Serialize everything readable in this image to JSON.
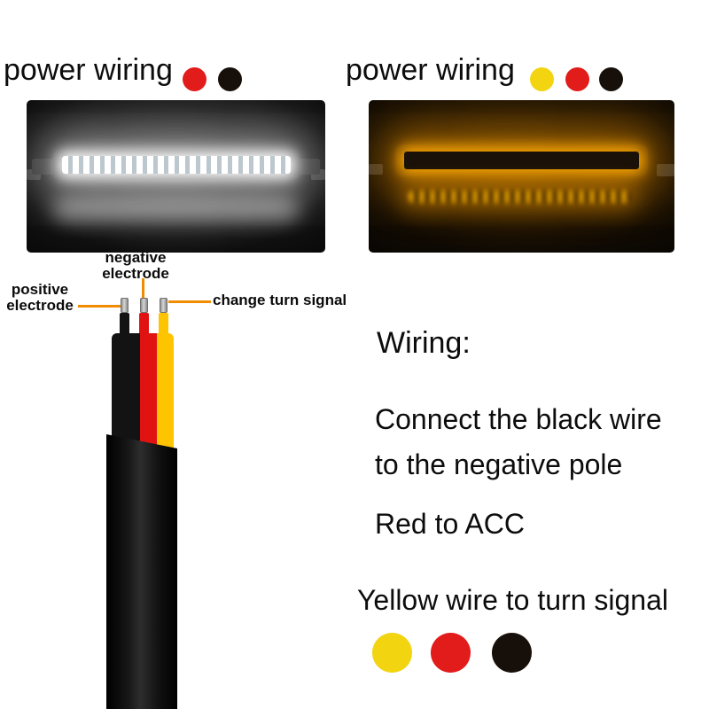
{
  "header": {
    "left": {
      "title": "power wiring",
      "dots": [
        "#e21b1b",
        "#17100a"
      ]
    },
    "right": {
      "title": "power wiring",
      "dots": [
        "#f2d410",
        "#e21b1b",
        "#17100a"
      ]
    }
  },
  "photos": {
    "left": {
      "led_color": "#ffffff"
    },
    "right": {
      "led_color": "#ffb000"
    }
  },
  "diagram": {
    "labels": {
      "negative": "negative electrode",
      "positive": "positive electrode",
      "turn_signal": "change turn signal"
    },
    "pointer_color": "#f08c00",
    "wire_colors": {
      "black": "#131313",
      "red": "#e01212",
      "yellow": "#ffc400"
    }
  },
  "instructions": {
    "title": "Wiring:",
    "steps": [
      "Connect the black wire to the negative pole",
      "Red to ACC",
      "Yellow wire to turn signal"
    ],
    "dots": [
      "#f2d410",
      "#e21b1b",
      "#17100a"
    ]
  }
}
